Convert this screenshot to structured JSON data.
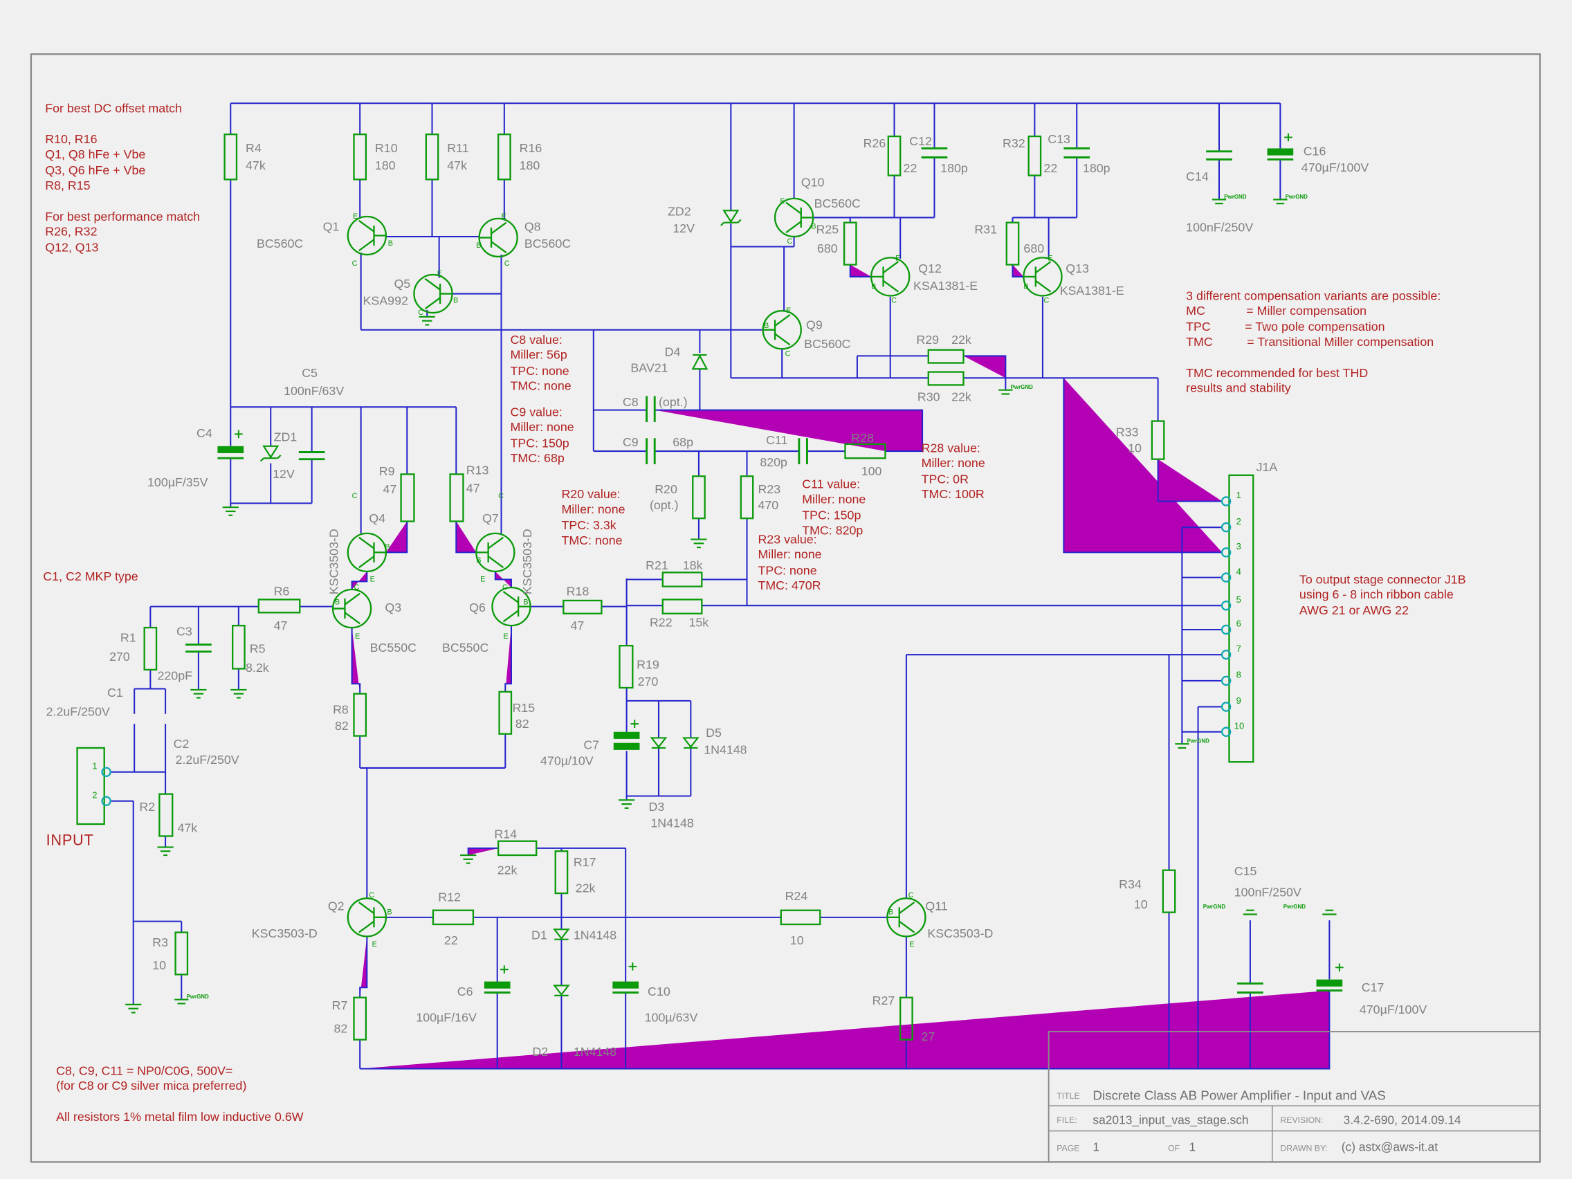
{
  "colors": {
    "background": "#f0f0f0",
    "wire": "#2424cc",
    "symbol": "#0a9a0a",
    "label": "#828282",
    "annotation": "#b22222",
    "junction": "#b400b4",
    "pin_circle": "#12a9b0",
    "border": "#8a8a8a"
  },
  "pins": {
    "e": "E",
    "b": "B",
    "c": "C"
  },
  "gnd": {
    "pwr": "PwrGND"
  },
  "annotations": {
    "match_notes": "For best DC offset match\n\nR10, R16\nQ1, Q8 hFe + Vbe\nQ3, Q6 hFe + Vbe\nR8, R15\n\nFor best performance match\nR26, R32\nQ12, Q13",
    "c8_value": "C8 value:\nMiller: 56p\nTPC: none\nTMC: none",
    "c9_value": "C9 value:\nMiller: none\nTPC: 150p\nTMC: 68p",
    "r20_value": "R20 value:\nMiller: none\nTPC: 3.3k\nTMC: none",
    "r23_value": "R23 value:\nMiller: none\nTPC: none\nTMC: 470R",
    "c11_value": "C11 value:\nMiller: none\nTPC: 150p\nTMC: 820p",
    "r28_value": "R28 value:\nMiller: none\nTPC: 0R\nTMC: 100R",
    "compensation": "3 different compensation variants are possible:\nMC            = Miller compensation\nTPC          = Two pole compensation\nTMC          = Transitional Miller compensation\n\nTMC recommended for best THD\nresults and stability",
    "output_note": "To output stage connector J1B\nusing 6 - 8 inch ribbon cable\nAWG 21 or AWG 22",
    "mkp_note": "C1, C2 MKP type",
    "input_label": "INPUT",
    "parts_note": "C8, C9, C11 = NP0/C0G, 500V=\n(for C8 or C9 silver mica preferred)\n\nAll resistors 1% metal film low inductive 0.6W"
  },
  "title_block": {
    "title_label": "TITLE",
    "title": "Discrete Class AB Power Amplifier - Input and VAS",
    "file_label": "FILE:",
    "file": "sa2013_input_vas_stage.sch",
    "revision_label": "REVISION:",
    "revision": "3.4.2-690, 2014.09.14",
    "page_label": "PAGE",
    "page": "1",
    "of_label": "OF",
    "of": "1",
    "drawn_label": "DRAWN BY:",
    "drawn": "(c) astx@aws-it.at"
  },
  "j1a": {
    "ref": "J1A",
    "pins": [
      "1",
      "2",
      "3",
      "4",
      "5",
      "6",
      "7",
      "8",
      "9",
      "10"
    ]
  },
  "input_conn": {
    "pins": [
      "1",
      "2"
    ]
  },
  "components": {
    "R1": {
      "ref": "R1",
      "value": "270"
    },
    "R2": {
      "ref": "R2",
      "value": "47k"
    },
    "R3": {
      "ref": "R3",
      "value": "10"
    },
    "R4": {
      "ref": "R4",
      "value": "47k"
    },
    "R5": {
      "ref": "R5",
      "value": "8.2k"
    },
    "R6": {
      "ref": "R6",
      "value": "47"
    },
    "R7": {
      "ref": "R7",
      "value": "82"
    },
    "R8": {
      "ref": "R8",
      "value": "82"
    },
    "R9": {
      "ref": "R9",
      "value": "47"
    },
    "R10": {
      "ref": "R10",
      "value": "180"
    },
    "R11": {
      "ref": "R11",
      "value": "47k"
    },
    "R12": {
      "ref": "R12",
      "value": "22"
    },
    "R13": {
      "ref": "R13",
      "value": "47"
    },
    "R14": {
      "ref": "R14",
      "value": "22k"
    },
    "R15": {
      "ref": "R15",
      "value": "82"
    },
    "R16": {
      "ref": "R16",
      "value": "180"
    },
    "R17": {
      "ref": "R17",
      "value": "22k"
    },
    "R18": {
      "ref": "R18",
      "value": "47"
    },
    "R19": {
      "ref": "R19",
      "value": "270"
    },
    "R20": {
      "ref": "R20",
      "value": "(opt.)"
    },
    "R21": {
      "ref": "R21",
      "value": "18k"
    },
    "R22": {
      "ref": "R22",
      "value": "15k"
    },
    "R23": {
      "ref": "R23",
      "value": "470"
    },
    "R24": {
      "ref": "R24",
      "value": "10"
    },
    "R25": {
      "ref": "R25",
      "value": "680"
    },
    "R26": {
      "ref": "R26",
      "value": "22"
    },
    "R27": {
      "ref": "R27",
      "value": "27"
    },
    "R28": {
      "ref": "R28",
      "value": "100"
    },
    "R29": {
      "ref": "R29",
      "value": "22k"
    },
    "R30": {
      "ref": "R30",
      "value": "22k"
    },
    "R31": {
      "ref": "R31",
      "value": "680"
    },
    "R32": {
      "ref": "R32",
      "value": "22"
    },
    "R33": {
      "ref": "R33",
      "value": "10"
    },
    "R34": {
      "ref": "R34",
      "value": "10"
    },
    "C1": {
      "ref": "C1",
      "value": "2.2uF/250V"
    },
    "C2": {
      "ref": "C2",
      "value": "2.2uF/250V"
    },
    "C3": {
      "ref": "C3",
      "value": "220pF"
    },
    "C4": {
      "ref": "C4",
      "value": "100µF/35V"
    },
    "C5": {
      "ref": "C5",
      "value": "100nF/63V"
    },
    "C6": {
      "ref": "C6",
      "value": "100µF/16V"
    },
    "C7": {
      "ref": "C7",
      "value": "470µ/10V"
    },
    "C8": {
      "ref": "C8",
      "value": "(opt.)"
    },
    "C9": {
      "ref": "C9",
      "value": "68p"
    },
    "C10": {
      "ref": "C10",
      "value": "100µ/63V"
    },
    "C11": {
      "ref": "C11",
      "value": "820p"
    },
    "C12": {
      "ref": "C12",
      "value": "180p"
    },
    "C13": {
      "ref": "C13",
      "value": "180p"
    },
    "C14": {
      "ref": "C14",
      "value": "100nF/250V"
    },
    "C15": {
      "ref": "C15",
      "value": "100nF/250V"
    },
    "C16": {
      "ref": "C16",
      "value": "470µF/100V"
    },
    "C17": {
      "ref": "C17",
      "value": "470µF/100V"
    },
    "D1": {
      "ref": "D1",
      "value": "1N4148"
    },
    "D2": {
      "ref": "D2",
      "value": "1N4148"
    },
    "D3": {
      "ref": "D3",
      "value": "1N4148"
    },
    "D4": {
      "ref": "D4",
      "value": "BAV21"
    },
    "D5": {
      "ref": "D5",
      "value": "1N4148"
    },
    "ZD1": {
      "ref": "ZD1",
      "value": "12V"
    },
    "ZD2": {
      "ref": "ZD2",
      "value": "12V"
    },
    "Q1": {
      "ref": "Q1",
      "value": "BC560C"
    },
    "Q2": {
      "ref": "Q2",
      "value": "KSC3503-D"
    },
    "Q3": {
      "ref": "Q3",
      "value": "BC550C"
    },
    "Q4": {
      "ref": "Q4",
      "value": "KSC3503-D"
    },
    "Q5": {
      "ref": "Q5",
      "value": "KSA992"
    },
    "Q6": {
      "ref": "Q6",
      "value": "BC550C"
    },
    "Q7": {
      "ref": "Q7",
      "value": "KSC3503-D"
    },
    "Q8": {
      "ref": "Q8",
      "value": "BC560C"
    },
    "Q9": {
      "ref": "Q9",
      "value": "BC560C"
    },
    "Q10": {
      "ref": "Q10",
      "value": "BC560C"
    },
    "Q11": {
      "ref": "Q11",
      "value": "KSC3503-D"
    },
    "Q12": {
      "ref": "Q12",
      "value": "KSA1381-E"
    },
    "Q13": {
      "ref": "Q13",
      "value": "KSA1381-E"
    }
  }
}
